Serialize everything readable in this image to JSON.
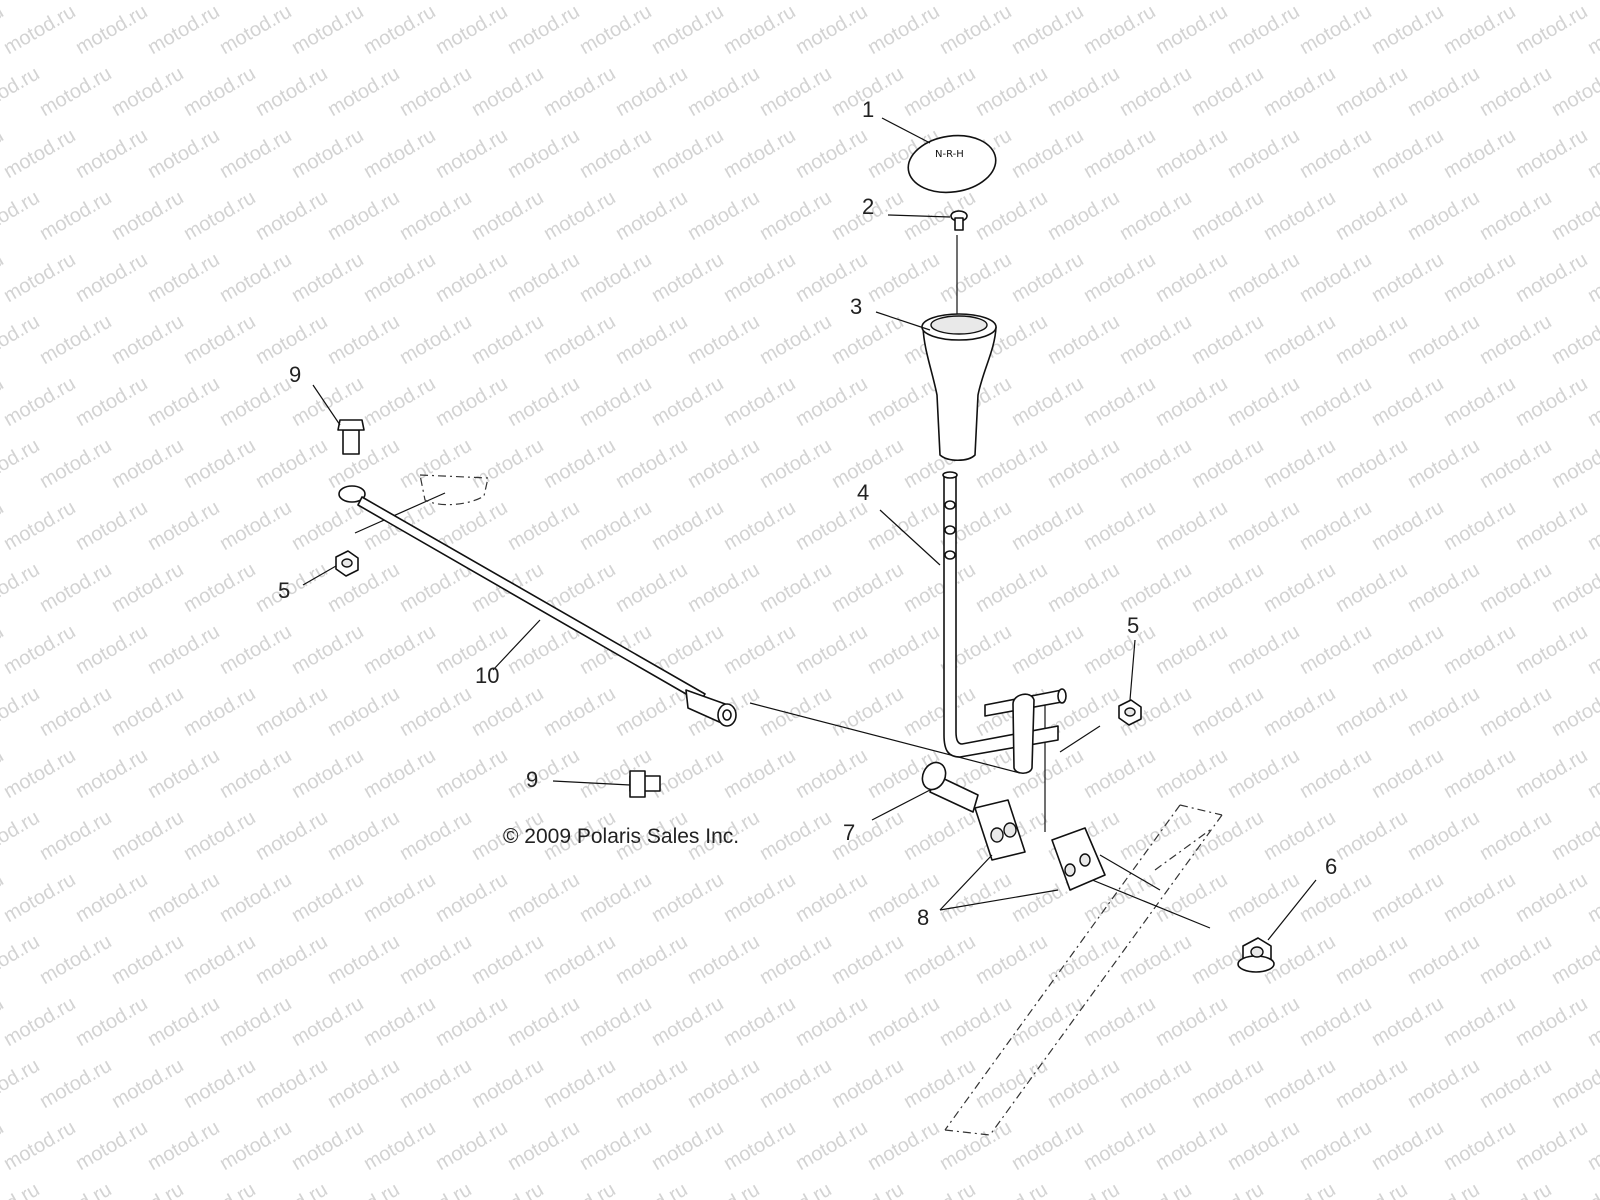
{
  "watermark": {
    "text": "motod.ru"
  },
  "copyright": "© 2009 Polaris Sales Inc.",
  "callouts": {
    "shift_knob_cap": "1",
    "screw": "2",
    "shift_knob": "3",
    "shift_lever": "4",
    "nut_left": "5",
    "nut_right": "5",
    "nut_lower_right": "6",
    "bolt_7": "7",
    "bushing_halves": "8",
    "bolt_upper_left": "9",
    "bolt_lower": "9",
    "shift_linkage_rod": "10"
  }
}
